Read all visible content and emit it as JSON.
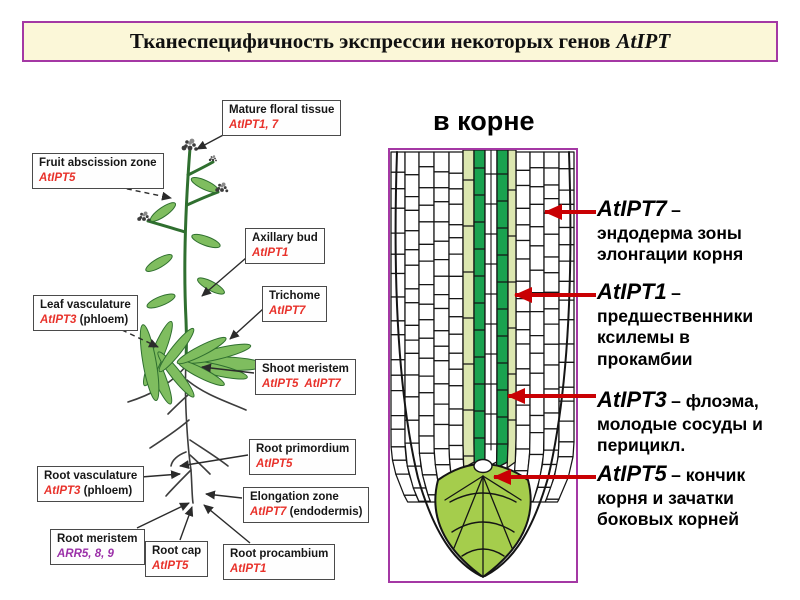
{
  "title": {
    "prefix": "Тканеспецифичность экспрессии некоторых генов",
    "emphasis": "AtIPT"
  },
  "root_panel": {
    "heading": "в корне"
  },
  "plant_labels": [
    {
      "tissue": "Mature floral tissue",
      "genes": "AtIPT1, 7",
      "suffix": ""
    },
    {
      "tissue": "Fruit abscission zone",
      "genes": "AtIPT5",
      "suffix": ""
    },
    {
      "tissue": "Axillary bud",
      "genes": "AtIPT1",
      "suffix": ""
    },
    {
      "tissue": "Trichome",
      "genes": "AtIPT7",
      "suffix": ""
    },
    {
      "tissue": "Leaf vasculature",
      "genes": "AtIPT3",
      "suffix": " (phloem)"
    },
    {
      "tissue": "Shoot meristem",
      "genes": "AtIPT5  AtIPT7",
      "suffix": ""
    },
    {
      "tissue": "Root primordium",
      "genes": "AtIPT5",
      "suffix": ""
    },
    {
      "tissue": "Root vasculature",
      "genes": "AtIPT3",
      "suffix": " (phloem)"
    },
    {
      "tissue": "Elongation zone",
      "genes": "AtIPT7",
      "suffix": " (endodermis)"
    },
    {
      "tissue": "Root meristem",
      "genes": "ARR5, 8, 9",
      "suffix": ""
    },
    {
      "tissue": "Root cap",
      "genes": "AtIPT5",
      "suffix": ""
    },
    {
      "tissue": "Root procambium",
      "genes": "AtIPT1",
      "suffix": ""
    }
  ],
  "annotations": [
    {
      "gene": "AtIPT7",
      "desc": "– эндодерма зоны элонгации корня"
    },
    {
      "gene": "AtIPT1",
      "desc": "– предшественники ксилемы в прокамбии"
    },
    {
      "gene": "AtIPT3",
      "desc": "– флоэма, молодые сосуды и перицикл."
    },
    {
      "gene": "AtIPT5",
      "desc": "– кончик корня и зачатки боковых корней"
    }
  ],
  "colors": {
    "title_bg": "#FBF7D8",
    "panel_border": "#A438A4",
    "gene_red": "#E8312A",
    "gene_purple": "#9B30A8",
    "arrow_red": "#C90003",
    "arrow_black": "#2b2b2b",
    "stele_green": "#1AA24F",
    "stele_pale_green": "#DCE7B0",
    "root_cap_green": "#A5CD4C",
    "leaf_green": "#7FBD5F",
    "stem_green": "#2F6F2F",
    "ink": "#151515"
  }
}
